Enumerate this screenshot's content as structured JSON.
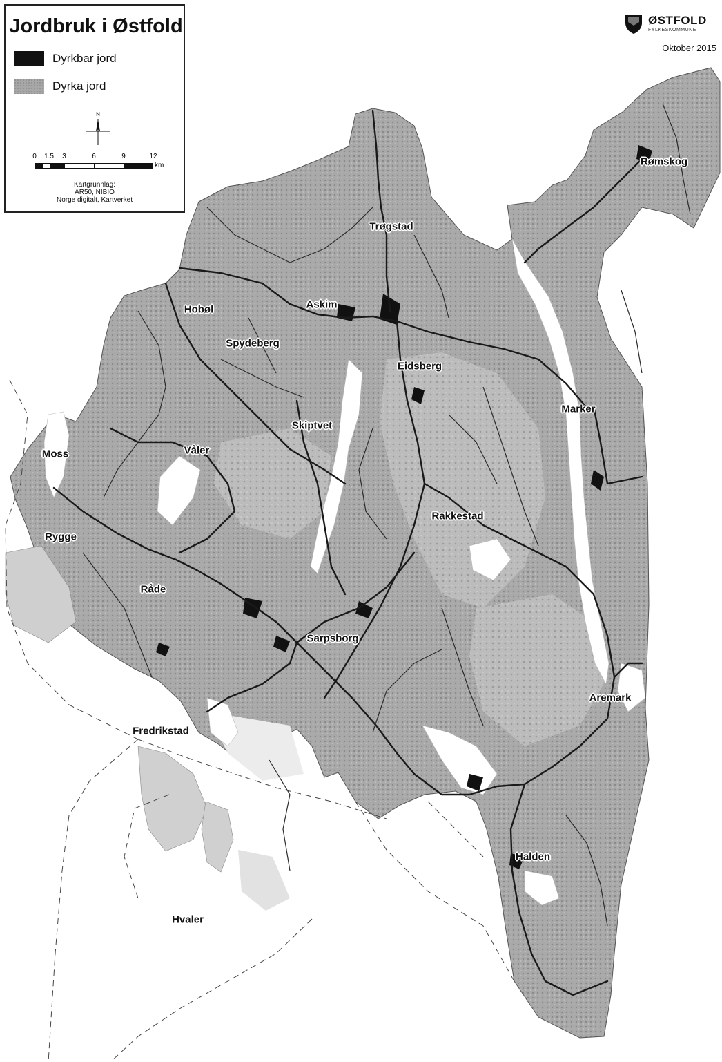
{
  "map": {
    "title": "Jordbruk i Østfold",
    "date": "Oktober 2015",
    "logo": {
      "name": "ØSTFOLD",
      "subtitle": "FYLKESKOMMUNE",
      "icon": "county-shield-icon"
    },
    "legend": {
      "items": [
        {
          "label": "Dyrkbar jord",
          "color": "#111111"
        },
        {
          "label": "Dyrka jord",
          "color": "#a7a7a7"
        }
      ]
    },
    "north_arrow": {
      "label": "N",
      "icon": "north-arrow-icon"
    },
    "scale_bar": {
      "ticks": [
        "0",
        "1.5",
        "3",
        "6",
        "9",
        "12"
      ],
      "unit": "km"
    },
    "source": {
      "lines": [
        "Kartgrunnlag:",
        "AR50, NIBIO",
        "Norge digitalt, Kartverket"
      ]
    },
    "places": [
      {
        "name": "Trøgstad"
      },
      {
        "name": "Rømskog"
      },
      {
        "name": "Hobøl"
      },
      {
        "name": "Askim"
      },
      {
        "name": "Spydeberg"
      },
      {
        "name": "Eidsberg"
      },
      {
        "name": "Marker"
      },
      {
        "name": "Skiptvet"
      },
      {
        "name": "Våler"
      },
      {
        "name": "Moss"
      },
      {
        "name": "Rygge"
      },
      {
        "name": "Rakkestad"
      },
      {
        "name": "Råde"
      },
      {
        "name": "Sarpsborg"
      },
      {
        "name": "Aremark"
      },
      {
        "name": "Fredrikstad"
      },
      {
        "name": "Halden"
      },
      {
        "name": "Hvaler"
      }
    ]
  }
}
